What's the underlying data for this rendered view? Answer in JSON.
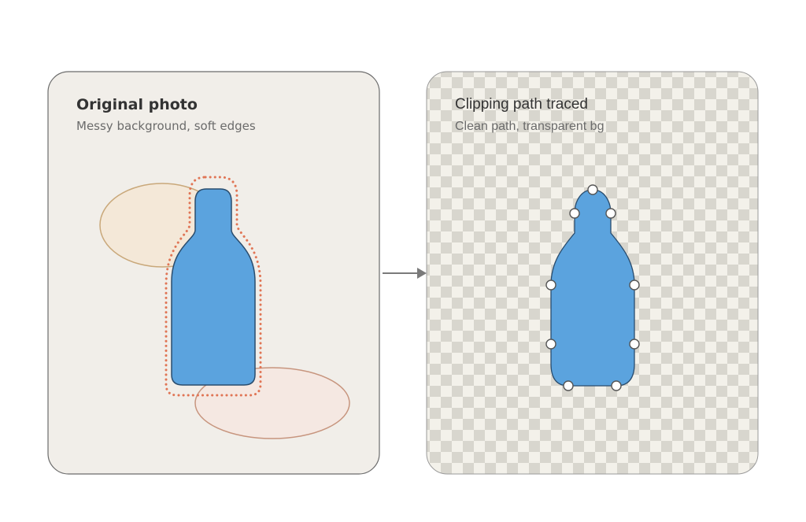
{
  "panels": {
    "original": {
      "title": "Original photo",
      "subtitle": "Messy background, soft edges"
    },
    "result": {
      "title": "Clipping path traced",
      "subtitle": "Clean path, transparent bg"
    }
  },
  "colors": {
    "panel_bg": "#f1eee9",
    "panel_border": "#6b6b6b",
    "bottle_fill": "#5ba3de",
    "bottle_stroke": "#2a4d6e",
    "dotted_outline": "#e07555",
    "blob_tan_fill": "#f4e8d8",
    "blob_tan_stroke": "#c9a87a",
    "blob_rose_fill": "#f5e8e2",
    "blob_rose_stroke": "#c7957e",
    "checker_light": "#f3f1ea",
    "checker_dark": "#d8d6ce",
    "arrow": "#7a7a7a",
    "title_text": "#333333",
    "subtitle_text": "#6b6b6b",
    "anchor_fill": "#ffffff",
    "anchor_stroke": "#555555"
  },
  "icons": {
    "arrow": "arrow-right-icon",
    "anchor": "anchor-point-icon"
  }
}
